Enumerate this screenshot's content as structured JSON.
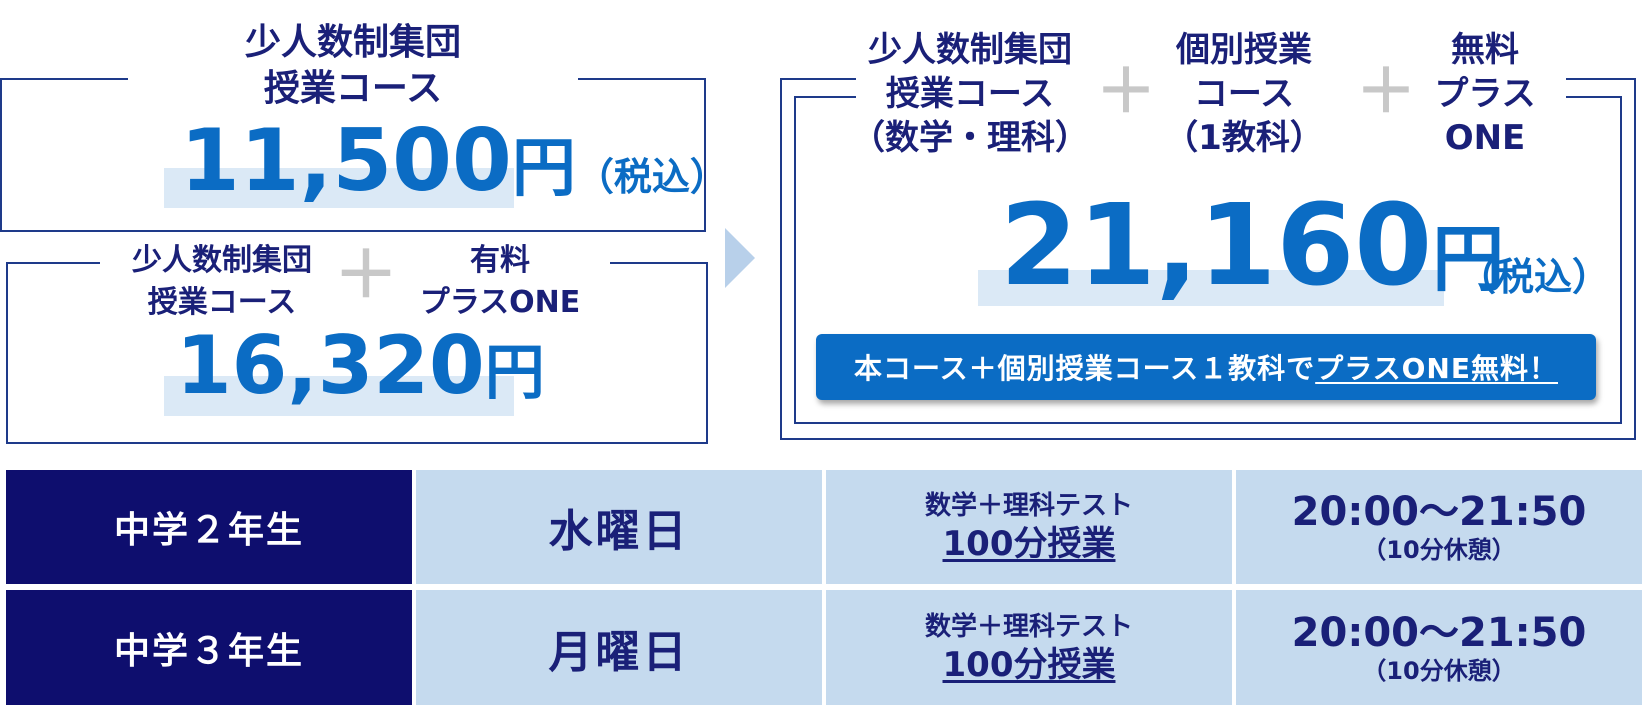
{
  "box1": {
    "label_line1": "少人数制集団",
    "label_line2": "授業コース",
    "price": "11,500",
    "yen": "円",
    "tax": "（税込）"
  },
  "box2": {
    "left_line1": "少人数制集団",
    "left_line2": "授業コース",
    "right_line1": "有料",
    "right_line2": "プラスONE",
    "plus": "＋",
    "price": "16,320",
    "yen": "円"
  },
  "box3": {
    "col1_line1": "少人数制集団",
    "col1_line2": "授業コース",
    "col1_line3": "（数学・理科）",
    "col2_line1": "個別授業",
    "col2_line2": "コース",
    "col2_line3": "（1教科）",
    "col3_line1": "無料",
    "col3_line2": "プラス",
    "col3_line3": "ONE",
    "plus": "＋",
    "price": "21,160",
    "yen": "円",
    "tax": "（税込）",
    "promo_text": "本コース＋個別授業コース１教科で",
    "promo_link": "プラスONE無料！"
  },
  "schedule": {
    "rows": [
      {
        "grade": "中学２年生",
        "day": "水曜日",
        "subject": "数学＋理科テスト",
        "lesson": "100分授業",
        "time": "20:00～21:50",
        "break": "（10分休憩）"
      },
      {
        "grade": "中学３年生",
        "day": "月曜日",
        "subject": "数学＋理科テスト",
        "lesson": "100分授業",
        "time": "20:00～21:50",
        "break": "（10分休憩）"
      }
    ]
  },
  "colors": {
    "accent": "#0b6cc4",
    "navy": "#0e0e6e",
    "light_blue": "#c5daee",
    "frame": "#1e3a8a"
  }
}
